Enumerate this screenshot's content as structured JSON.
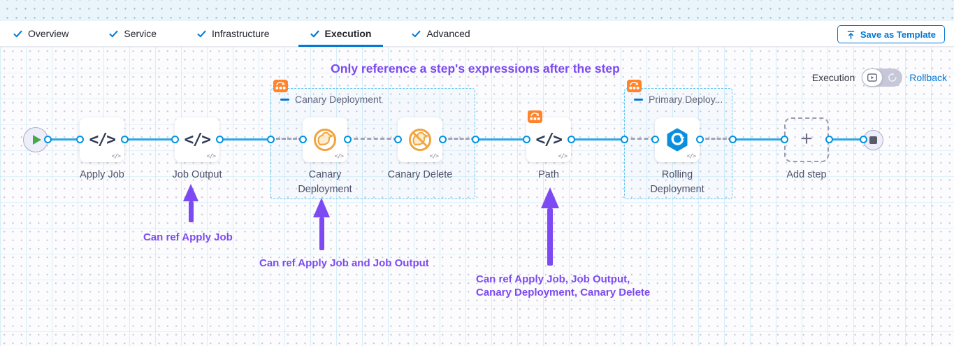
{
  "tab_bar": {
    "tabs": [
      {
        "label": "Overview"
      },
      {
        "label": "Service"
      },
      {
        "label": "Infrastructure"
      },
      {
        "label": "Execution",
        "active": true
      },
      {
        "label": "Advanced"
      }
    ],
    "save_as_template_label": "Save as Template"
  },
  "view_toggle": {
    "execution_label": "Execution",
    "rollback_label": "Rollback"
  },
  "annotations": {
    "title": "Only reference a step's expressions after the step",
    "note1": "Can ref Apply Job",
    "note2": "Can ref Apply Job and Job Output",
    "note3_line1": "Can ref Apply Job, Job Output,",
    "note3_line2": "Canary Deployment, Canary Delete"
  },
  "pipeline": {
    "code_glyph": "</>",
    "corner_glyph": "</>",
    "steps": {
      "apply_job": {
        "label": "Apply Job",
        "icon": "code-icon"
      },
      "job_output": {
        "label": "Job Output",
        "icon": "code-icon"
      },
      "canary_deployment": {
        "label": "Canary Deployment",
        "icon": "canary-icon"
      },
      "canary_delete": {
        "label": "Canary Delete",
        "icon": "canary-delete-icon"
      },
      "path": {
        "label": "Path",
        "icon": "code-icon"
      },
      "rolling_deployment": {
        "label": "Rolling Deployment",
        "icon": "rolling-deployment-icon"
      }
    },
    "groups": {
      "canary": {
        "title": "Canary Deployment"
      },
      "primary": {
        "title": "Primary Deploy..."
      }
    },
    "add_step_label": "Add step"
  },
  "colors": {
    "accent_blue": "#0278D5",
    "connector_blue": "#29A8E8",
    "port_blue": "#0092E4",
    "group_border_blue": "#5FC5F1",
    "badge_orange": "#FF832B",
    "canary_orange": "#F2A33C",
    "rolling_blue": "#0A8FDE",
    "annotation_purple": "#7D49F2",
    "start_green": "#46A84B"
  }
}
